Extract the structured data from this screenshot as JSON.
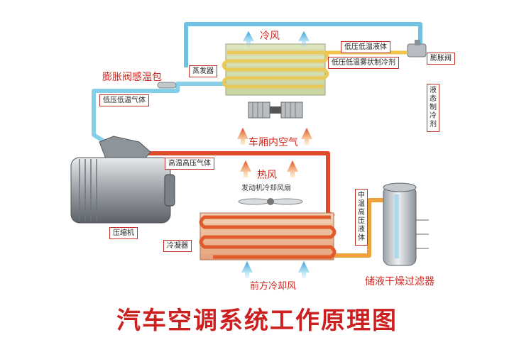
{
  "title": "汽车空调系统工作原理图",
  "labels": {
    "cold_air": "冷风",
    "hot_air": "热风",
    "cabin_air": "车厢内空气",
    "front_cooling_air": "前方冷却风",
    "expansion_bulb": "膨胀阀感温包",
    "receiver_drier": "储液干燥过滤器",
    "evaporator": "蒸发器",
    "expansion_valve": "膨胀阀",
    "low_pressure_liquid": "低压低温液体",
    "low_pressure_mist": "低压低温雾状制冷剂",
    "low_pressure_gas": "低压低温气体",
    "high_pressure_gas": "高温高压气体",
    "engine_fan": "发动机冷却风扇",
    "compressor": "压缩机",
    "condenser": "冷凝器",
    "liquid_refrigerant": "液态制冷剂",
    "mid_temp_liquid": "中温高压液体"
  }
}
